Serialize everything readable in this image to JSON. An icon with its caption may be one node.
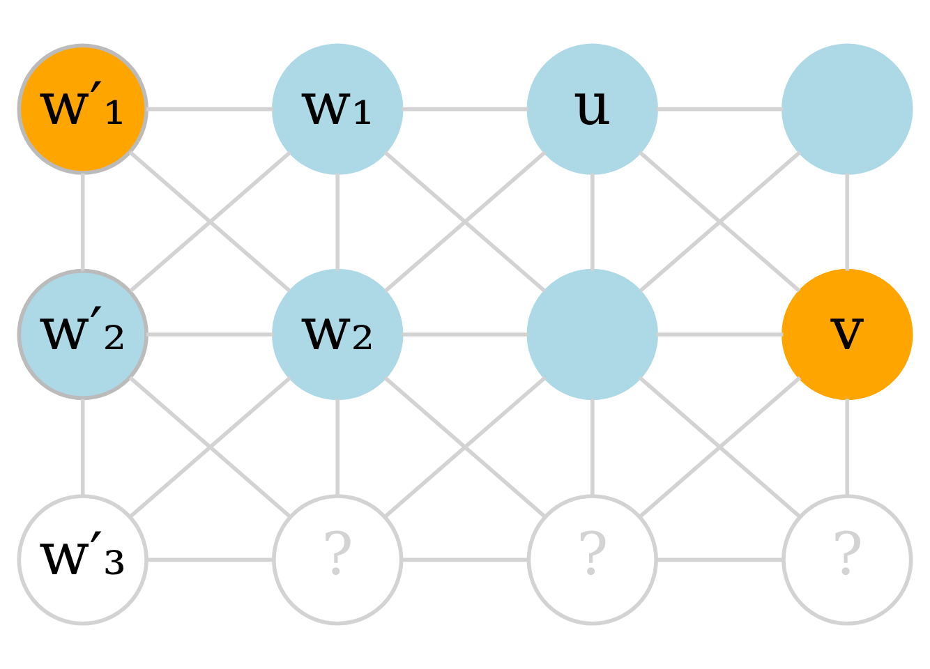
{
  "diagram": {
    "nodes": [
      {
        "text": [
          "w′₁"
        ]
      },
      {
        "text": [
          "w₁"
        ]
      },
      {
        "text": [
          "u"
        ]
      },
      {
        "text": [],
        "shape": "circle"
      },
      {
        "text": [
          "w′₂"
        ]
      },
      {
        "text": [
          "w₂"
        ]
      },
      {
        "text": [],
        "shape": "circle"
      },
      {
        "text": [
          "v"
        ]
      },
      {
        "text": [
          "w′₃"
        ]
      },
      {
        "text": [
          "?"
        ]
      },
      {
        "text": [
          "?"
        ]
      },
      {
        "text": [
          "?"
        ]
      }
    ],
    "edges": [
      {
        "from": 0,
        "to": 1,
        "arrow": "none"
      },
      {
        "from": 1,
        "to": 2,
        "arrow": "none"
      },
      {
        "from": 2,
        "to": 3,
        "arrow": "none"
      },
      {
        "from": 0,
        "to": 4,
        "arrow": "none"
      },
      {
        "from": 0,
        "to": 5,
        "arrow": "none"
      },
      {
        "from": 1,
        "to": 4,
        "arrow": "none"
      },
      {
        "from": 1,
        "to": 5,
        "arrow": "none"
      },
      {
        "from": 1,
        "to": 6,
        "arrow": "none"
      },
      {
        "from": 2,
        "to": 5,
        "arrow": "none"
      },
      {
        "from": 2,
        "to": 6,
        "arrow": "none"
      },
      {
        "from": 2,
        "to": 7,
        "arrow": "none"
      },
      {
        "from": 3,
        "to": 6,
        "arrow": "none"
      },
      {
        "from": 3,
        "to": 7,
        "arrow": "none"
      },
      {
        "from": 4,
        "to": 5,
        "arrow": "none"
      },
      {
        "from": 5,
        "to": 6,
        "arrow": "none"
      },
      {
        "from": 6,
        "to": 7,
        "arrow": "none"
      },
      {
        "from": 4,
        "to": 8,
        "arrow": "none"
      },
      {
        "from": 4,
        "to": 9,
        "arrow": "none"
      },
      {
        "from": 5,
        "to": 8,
        "arrow": "none"
      },
      {
        "from": 5,
        "to": 9,
        "arrow": "none"
      },
      {
        "from": 5,
        "to": 10,
        "arrow": "none"
      },
      {
        "from": 6,
        "to": 9,
        "arrow": "none"
      },
      {
        "from": 6,
        "to": 10,
        "arrow": "none"
      },
      {
        "from": 6,
        "to": 11,
        "arrow": "none"
      },
      {
        "from": 7,
        "to": 10,
        "arrow": "none"
      },
      {
        "from": 7,
        "to": 11,
        "arrow": "none"
      },
      {
        "from": 8,
        "to": 9,
        "arrow": "none"
      },
      {
        "from": 9,
        "to": 10,
        "arrow": "none"
      },
      {
        "from": 10,
        "to": 11,
        "arrow": "none"
      }
    ]
  }
}
